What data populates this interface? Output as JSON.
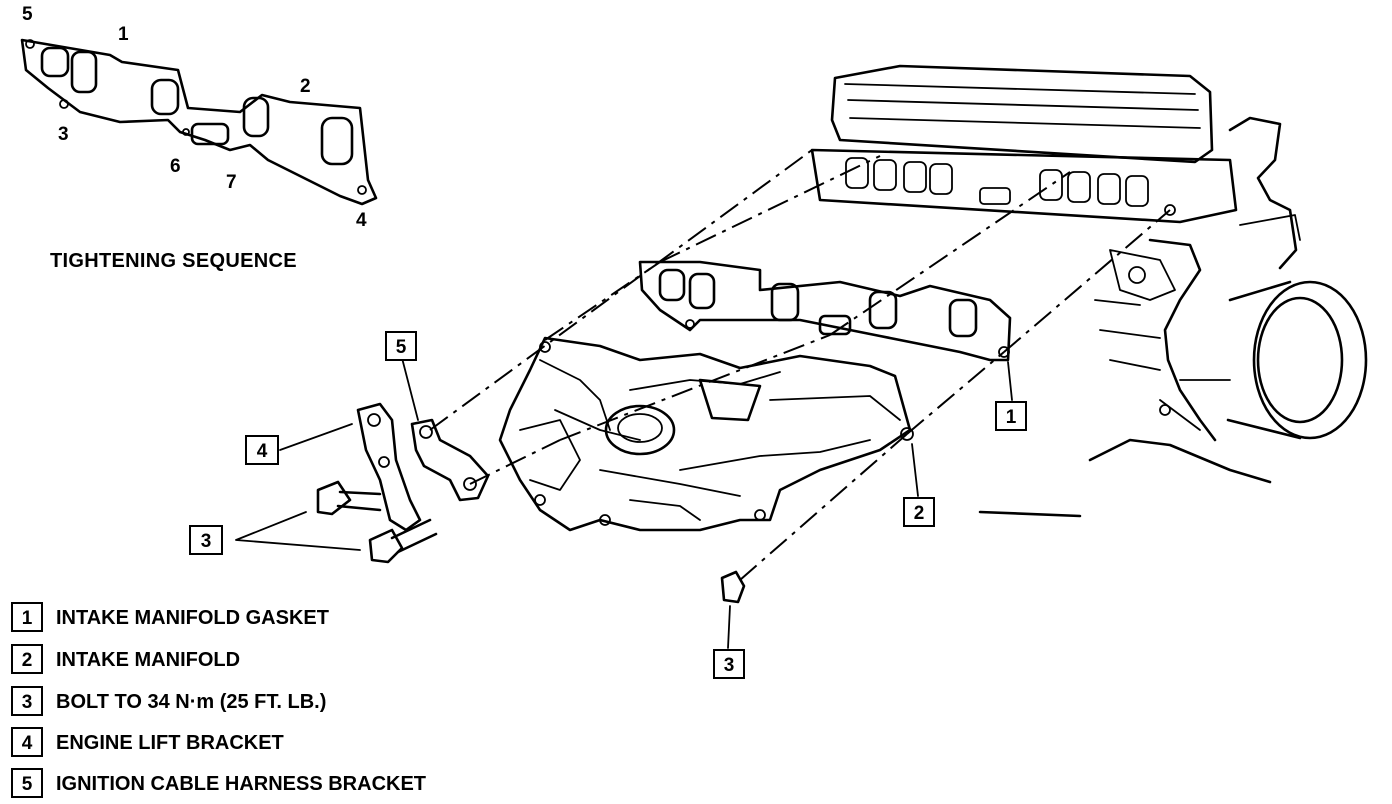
{
  "sequence": {
    "title": "TIGHTENING SEQUENCE",
    "numbers": [
      "5",
      "1",
      "3",
      "2",
      "6",
      "7",
      "4"
    ]
  },
  "callouts": [
    "5",
    "4",
    "3",
    "1",
    "2",
    "3"
  ],
  "legend": [
    {
      "num": "1",
      "text": "INTAKE MANIFOLD GASKET"
    },
    {
      "num": "2",
      "text": "INTAKE MANIFOLD"
    },
    {
      "num": "3",
      "text": "BOLT TO 34 N·m (25 FT. LB.)"
    },
    {
      "num": "4",
      "text": "ENGINE LIFT BRACKET"
    },
    {
      "num": "5",
      "text": "IGNITION CABLE HARNESS BRACKET"
    }
  ]
}
